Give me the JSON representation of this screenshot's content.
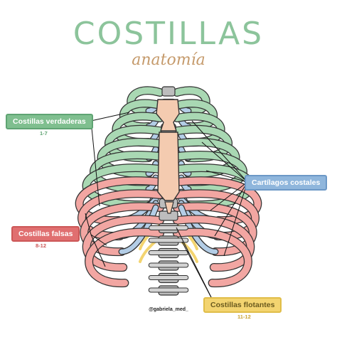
{
  "header": {
    "title": "COSTILLAS",
    "subtitle": "anatomía"
  },
  "labels": {
    "verdaderas": {
      "text": "Costillas verdaderas",
      "range": "1-7"
    },
    "falsas": {
      "text": "Costillas falsas",
      "range": "8-12"
    },
    "cartilagos": {
      "text": "Cartílagos costales"
    },
    "flotantes": {
      "text": "Costillas flotantes",
      "range": "11-12"
    }
  },
  "credit": "@gabriela_med_",
  "colors": {
    "true_ribs": "#a9d8b3",
    "false_ribs": "#f2a6a2",
    "cartilage": "#b3cde6",
    "sternum": "#f4cbb0",
    "spine": "#bdbdbd",
    "floating": "#f3d470"
  }
}
